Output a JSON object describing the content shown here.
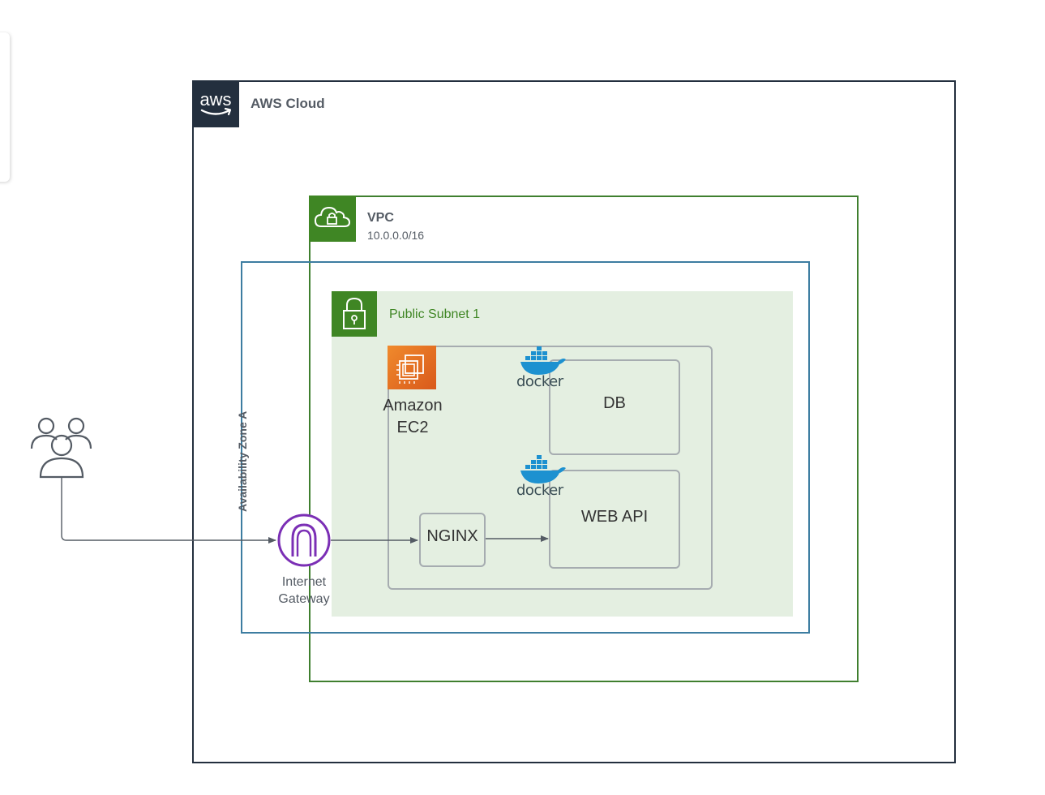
{
  "aws_cloud": {
    "title": "AWS Cloud",
    "logo_text": "aws"
  },
  "vpc": {
    "title": "VPC",
    "cidr": "10.0.0.0/16"
  },
  "availability_zone": {
    "title": "Availability Zone A"
  },
  "subnet": {
    "title": "Public Subnet 1"
  },
  "ec2": {
    "line1": "Amazon",
    "line2": "EC2"
  },
  "db": {
    "label": "DB"
  },
  "web_api": {
    "label": "WEB API"
  },
  "nginx": {
    "label": "NGINX"
  },
  "internet_gateway": {
    "line1": "Internet",
    "line2": "Gateway"
  },
  "docker": {
    "label": "docker"
  },
  "colors": {
    "aws_dark": "#232f3e",
    "vpc_green": "#3f7f2f",
    "az_blue": "#3d7da1",
    "subnet_fill": "#e4efe1",
    "ec2_orange": "#e36b1e",
    "igw_purple": "#7b2fb5",
    "docker_blue": "#1d91d0"
  },
  "icons": {
    "users": "users-icon",
    "aws": "aws-logo-icon",
    "vpc": "cloud-lock-icon",
    "subnet": "padlock-icon",
    "ec2": "ec2-chip-icon",
    "docker": "docker-whale-icon",
    "igw": "internet-gateway-icon"
  }
}
